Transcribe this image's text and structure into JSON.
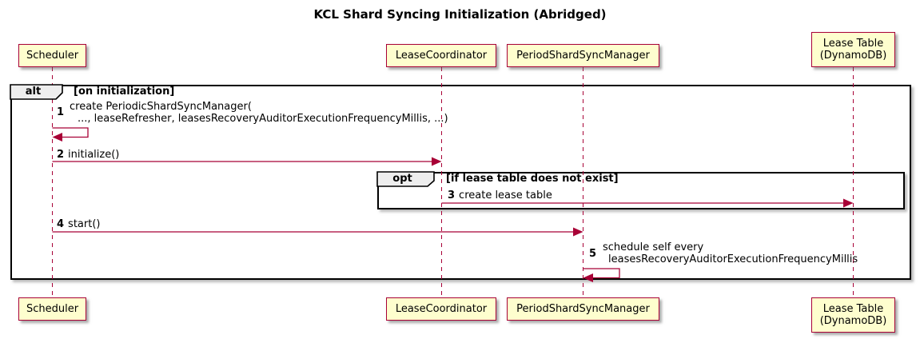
{
  "title": "KCL Shard Syncing Initialization (Abridged)",
  "colors": {
    "participant_fill": "#FEFECE",
    "participant_border": "#A80036",
    "arrow": "#A80036",
    "frame_border": "#000000",
    "operator_fill": "#EEEEEE"
  },
  "participants": [
    {
      "label": "Scheduler"
    },
    {
      "label": "LeaseCoordinator"
    },
    {
      "label": "PeriodShardSyncManager"
    },
    {
      "label": "Lease Table",
      "label2": "(DynamoDB)"
    }
  ],
  "frames": {
    "alt": {
      "operator": "alt",
      "guard": "[on initialization]"
    },
    "opt": {
      "operator": "opt",
      "guard": "[if lease table does not exist]"
    }
  },
  "messages": [
    {
      "num": "1",
      "line1": "create PeriodicShardSyncManager(",
      "line2": "..., leaseRefresher, leasesRecoveryAuditorExecutionFrequencyMillis, ...)",
      "kind": "self",
      "from": "Scheduler",
      "to": "Scheduler"
    },
    {
      "num": "2",
      "text": "initialize()",
      "kind": "arrow",
      "from": "Scheduler",
      "to": "LeaseCoordinator"
    },
    {
      "num": "3",
      "text": "create lease table",
      "kind": "arrow",
      "from": "LeaseCoordinator",
      "to": "Lease Table (DynamoDB)"
    },
    {
      "num": "4",
      "text": "start()",
      "kind": "arrow",
      "from": "Scheduler",
      "to": "PeriodShardSyncManager"
    },
    {
      "num": "5",
      "line1": "schedule self every",
      "line2": "leasesRecoveryAuditorExecutionFrequencyMillis",
      "kind": "self",
      "from": "PeriodShardSyncManager",
      "to": "PeriodShardSyncManager"
    }
  ]
}
